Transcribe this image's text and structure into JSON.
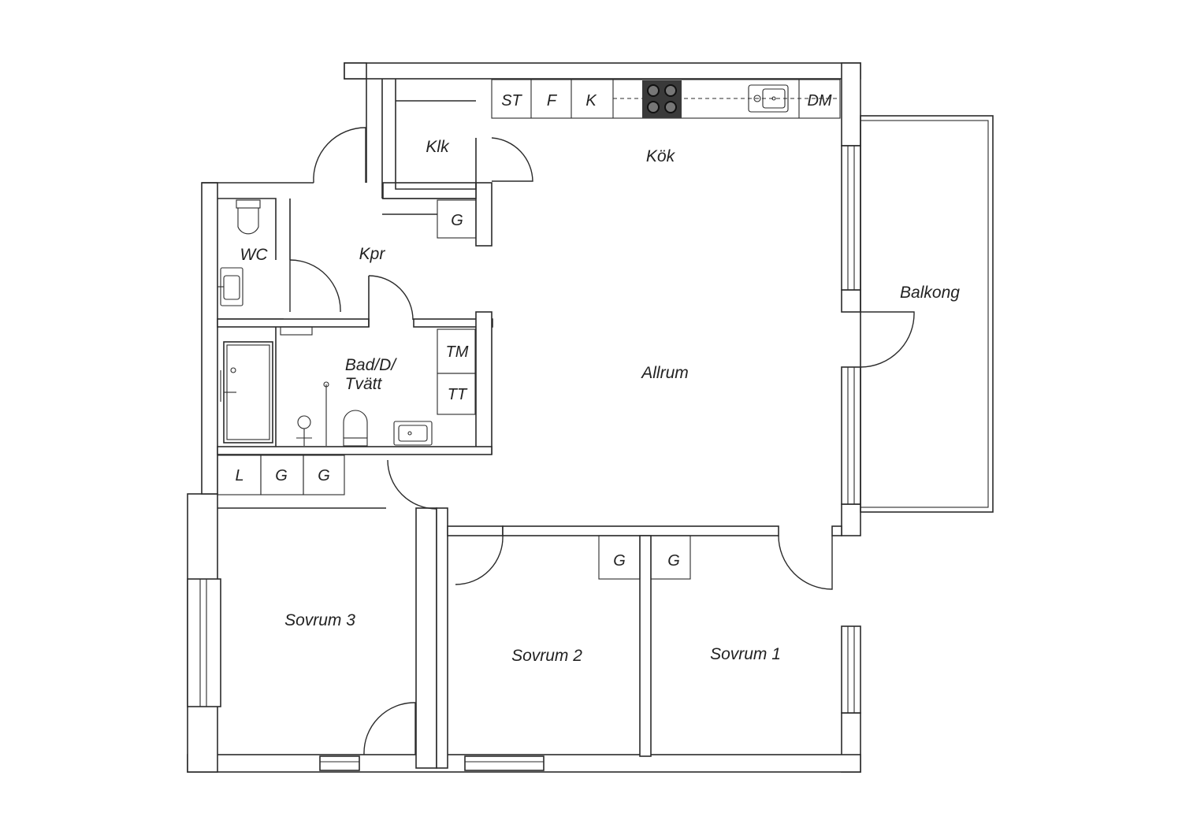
{
  "rooms": {
    "kok": "Kök",
    "allrum": "Allrum",
    "balkong": "Balkong",
    "klk": "Klk",
    "kpr": "Kpr",
    "wc": "WC",
    "bad_line1": "Bad/D/",
    "bad_line2": "Tvätt",
    "sovrum1": "Sovrum 1",
    "sovrum2": "Sovrum 2",
    "sovrum3": "Sovrum 3"
  },
  "fixtures": {
    "st": "ST",
    "f": "F",
    "k": "K",
    "dm": "DM",
    "tm": "TM",
    "tt": "TT",
    "l": "L",
    "g": "G"
  },
  "colors": {
    "wall_stroke": "#2b2b2b",
    "background": "#ffffff",
    "stove": "#3a3a3a"
  }
}
